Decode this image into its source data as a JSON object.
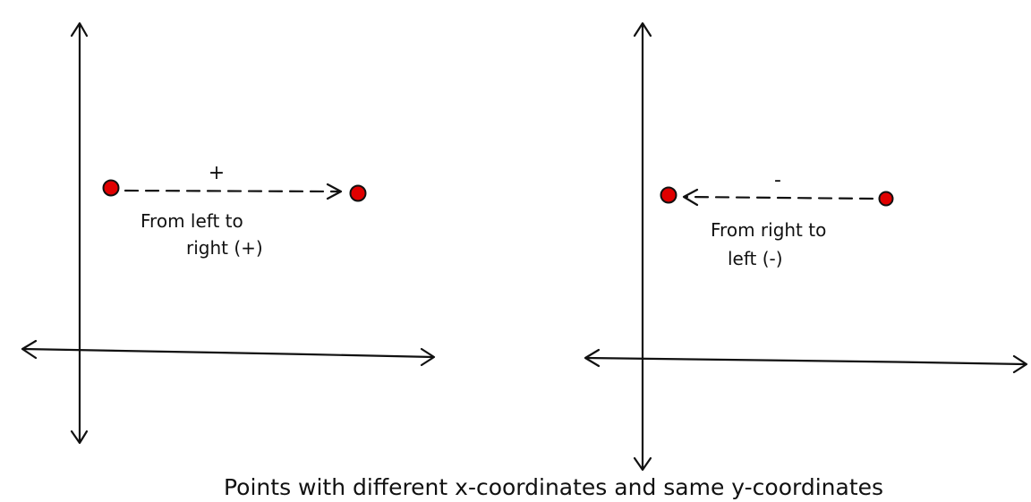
{
  "colors": {
    "ink": "#111111",
    "point_fill": "#e00000",
    "background": "#ffffff"
  },
  "panels": [
    {
      "sign_label": "+",
      "caption_line1": "From left to",
      "caption_line2": "right (+)",
      "direction": "left-to-right"
    },
    {
      "sign_label": "-",
      "caption_line1": "From right to",
      "caption_line2": "left (-)",
      "direction": "right-to-left"
    }
  ],
  "footer_caption": "Points with different x-coordinates and same y-coordinates"
}
